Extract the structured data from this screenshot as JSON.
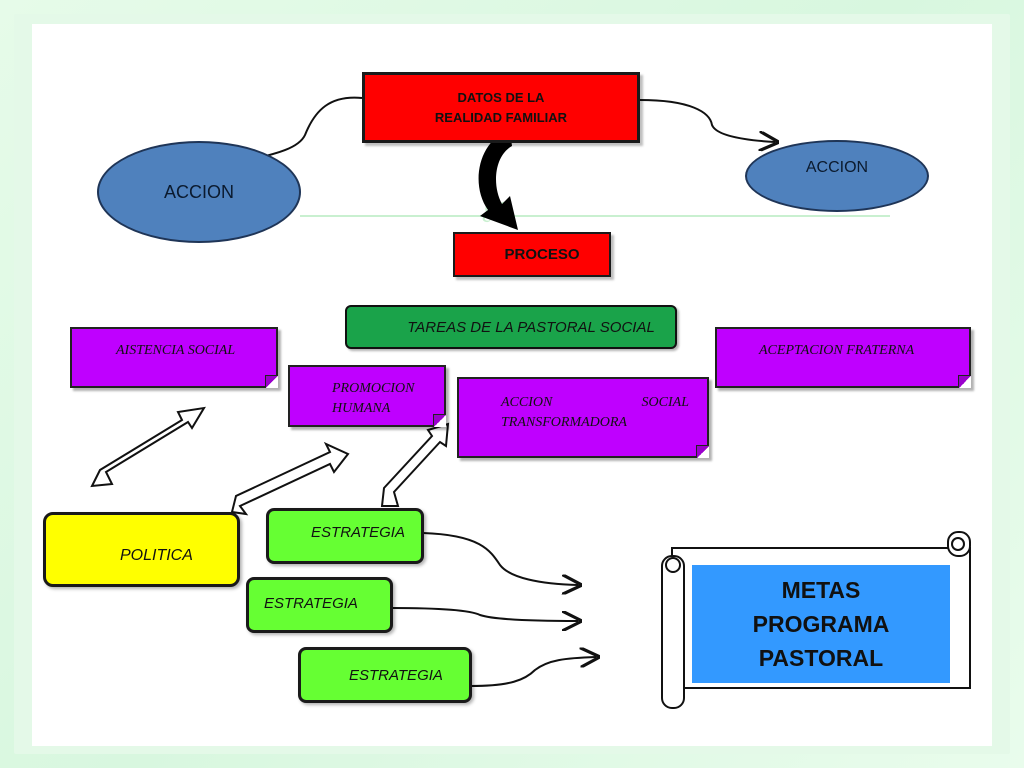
{
  "diagram": {
    "datos_box": "DATOS DE LA REALIDAD FAMILIAR",
    "accion_left": "ACCION",
    "accion_right": "ACCION",
    "proceso": "PROCESO",
    "tareas": "TAREAS DE LA PASTORAL SOCIAL",
    "asistencia": "AISTENCIA SOCIAL",
    "promocion": "PROMOCION HUMANA",
    "accion_social_1": "ACCION",
    "accion_social_2": "SOCIAL",
    "accion_social_3": "TRANSFORMADORA",
    "aceptacion": "ACEPTACION FRATERNA",
    "politica": "POLITICA",
    "estrategia_1": "ESTRATEGIA",
    "estrategia_2": "ESTRATEGIA",
    "estrategia_3": "ESTRATEGIA",
    "metas_line1": "METAS",
    "metas_line2": "PROGRAMA",
    "metas_line3": "PASTORAL"
  },
  "colors": {
    "red": "#ff0000",
    "blue_ellipse": "#4f81bd",
    "purple": "#bf00ff",
    "green_tareas": "#1aa34a",
    "green_estrategia": "#66ff33",
    "yellow": "#ffff00",
    "metas_blue": "#3399ff"
  }
}
